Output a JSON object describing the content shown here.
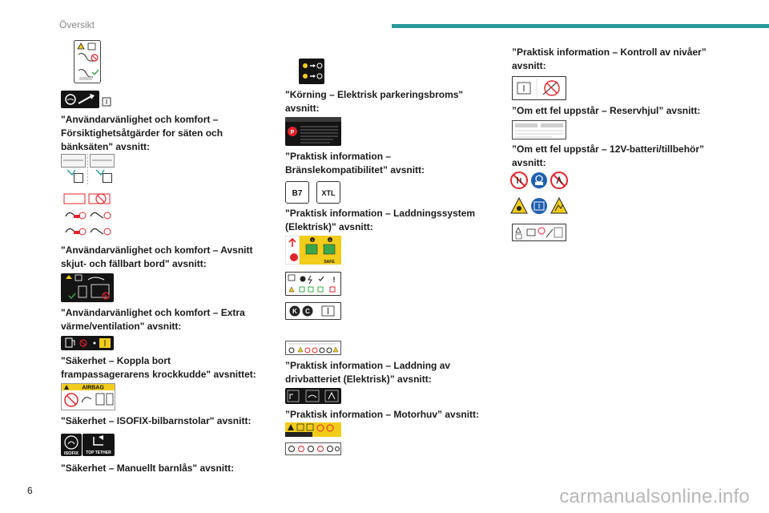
{
  "header": {
    "title": "Översikt"
  },
  "page_number": "6",
  "watermark": "carmanualsonline.info",
  "columns": {
    "left": [
      "\"Användarvänlighet och komfort – Försiktighetsåtgärder for säten och bänksäten\" avsnitt:",
      "\"Användarvänlighet och komfort – Avsnitt skjut- och fällbart bord\" avsnitt:",
      "\"Användarvänlighet och komfort – Extra värme/ventilation\" avsnitt:",
      "\"Säkerhet – Koppla bort frampassagerarens krockkudde\" avsnittet:",
      "\"Säkerhet – ISOFIX-bilbarnstolar\" avsnitt:",
      "\"Säkerhet – Manuellt barnlås\" avsnitt:"
    ],
    "middle": [
      "\"Körning – Elektrisk parkeringsbroms\" avsnitt:",
      "”Praktisk information – Bränslekompatibilitet” avsnitt:",
      "\"Praktisk information – Laddningssystem (Elektrisk)\" avsnitt:",
      "”Praktisk information – Laddning av drivbatteriet (Elektrisk)” avsnitt:",
      "”Praktisk information – Motorhuv” avsnitt:"
    ],
    "right": [
      "”Praktisk information – Kontroll av nivåer” avsnitt:",
      "”Om ett fel uppstår – Reservhjul” avsnitt:",
      "”Om ett fel uppstår – 12V-batteri/tillbehör” avsnitt:"
    ]
  },
  "labels": {
    "airbag": "AIRBAG",
    "isofix": "ISOFIX",
    "top_tether": "TOP TETHER",
    "fuel_b7": "B7",
    "fuel_xtl": "XTL",
    "safe": "SAFE",
    "badge_k": "K",
    "badge_c": "C",
    "badge_1": "1",
    "badge_2": "2",
    "fuel_p": "P"
  },
  "colors": {
    "accent": "#2a9a9c",
    "warning_yellow": "#f2cc1b",
    "danger_red": "#e0242b",
    "info_blue": "#1e5fae",
    "ok_green": "#3aa84a"
  }
}
